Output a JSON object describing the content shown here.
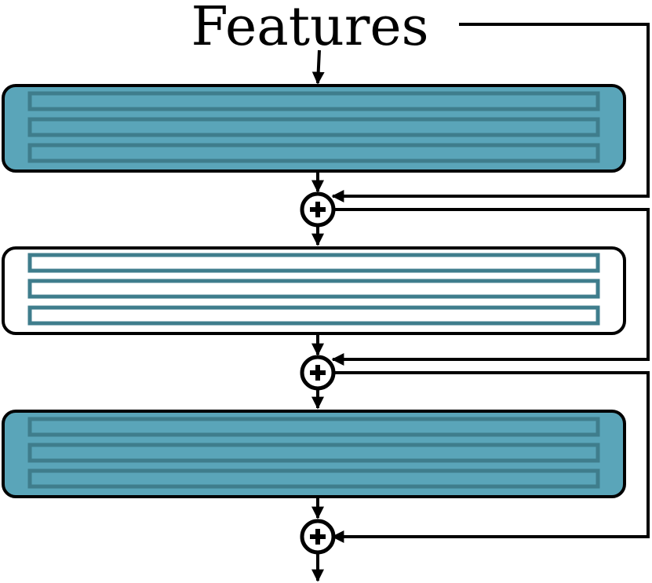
{
  "title": "Features",
  "colors": {
    "filled_block": "#5aa5b9",
    "inner_bar_stroke": "#3f7d8c",
    "outline": "#000000",
    "background": "#ffffff"
  },
  "blocks": [
    {
      "style": "filled",
      "bars": 3
    },
    {
      "style": "outline",
      "bars": 3
    },
    {
      "style": "filled",
      "bars": 3
    }
  ],
  "adders": [
    {
      "icon": "plus-icon"
    },
    {
      "icon": "plus-icon"
    },
    {
      "icon": "plus-icon"
    }
  ]
}
